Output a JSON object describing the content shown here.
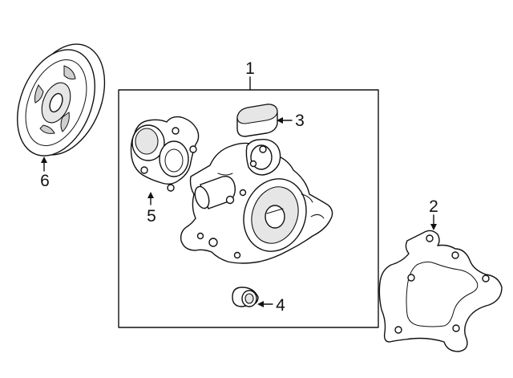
{
  "callouts": {
    "assembly": "1",
    "gasket": "2",
    "housing_cover": "3",
    "plug": "4",
    "flange": "5",
    "pulley": "6"
  }
}
